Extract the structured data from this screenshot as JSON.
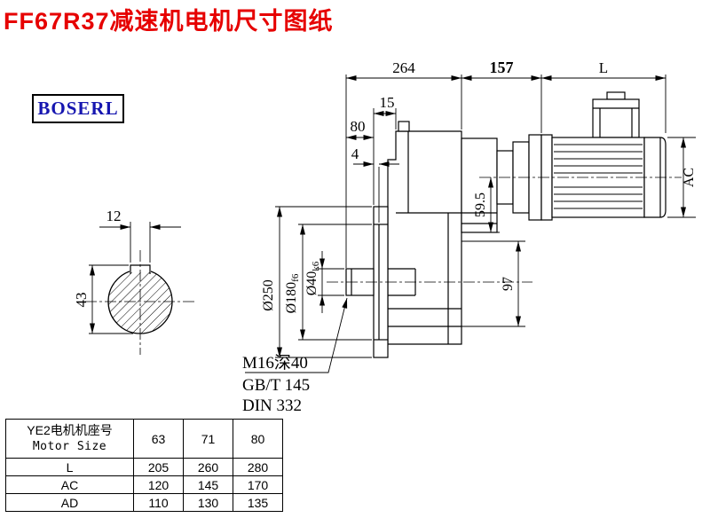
{
  "page": {
    "title": "FF67R37减速机电机尺寸图纸",
    "title_color": "#e60000",
    "logo_text": "BOSERL",
    "logo_color": "#1616b0",
    "background": "#ffffff",
    "line_color": "#000000"
  },
  "drawing": {
    "dims": {
      "d264": "264",
      "d157": "157",
      "dL": "L",
      "d15": "15",
      "d80": "80",
      "d4": "4",
      "d12": "12",
      "d43": "43",
      "d250": "Ø250",
      "d180_base": "Ø180",
      "d180_sub": "f6",
      "d40_base": "Ø40",
      "d40_sub": "k6",
      "d595": "59.5",
      "d97": "97",
      "dAC": "AC"
    },
    "notes": [
      "M16深40",
      "GB/T 145",
      "DIN 332"
    ]
  },
  "table": {
    "header": {
      "line1": "YE2电机机座号",
      "line2": "Motor Size"
    },
    "columns": [
      "63",
      "71",
      "80"
    ],
    "rows": [
      {
        "label": "L",
        "values": [
          "205",
          "260",
          "280"
        ]
      },
      {
        "label": "AC",
        "values": [
          "120",
          "145",
          "170"
        ]
      },
      {
        "label": "AD",
        "values": [
          "110",
          "130",
          "135"
        ]
      }
    ]
  }
}
